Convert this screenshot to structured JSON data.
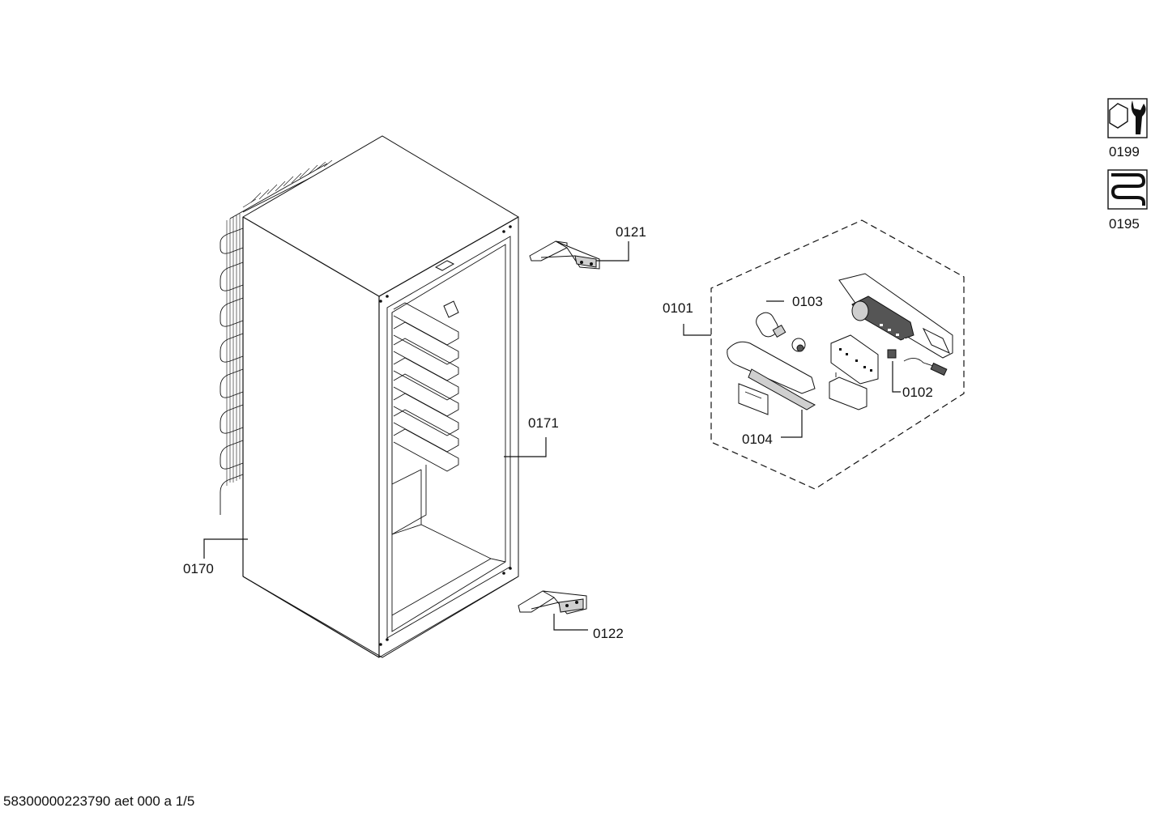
{
  "labels": {
    "l0121": "0121",
    "l0122": "0122",
    "l0170": "0170",
    "l0171": "0171",
    "l0101": "0101",
    "l0102": "0102",
    "l0103": "0103",
    "l0104": "0104",
    "l0199": "0199",
    "l0195": "0195"
  },
  "icons": {
    "i0199": "wrench-nut-icon",
    "i0195": "coil-icon"
  },
  "footer": "58300000223790 aet 000 a 1/5"
}
